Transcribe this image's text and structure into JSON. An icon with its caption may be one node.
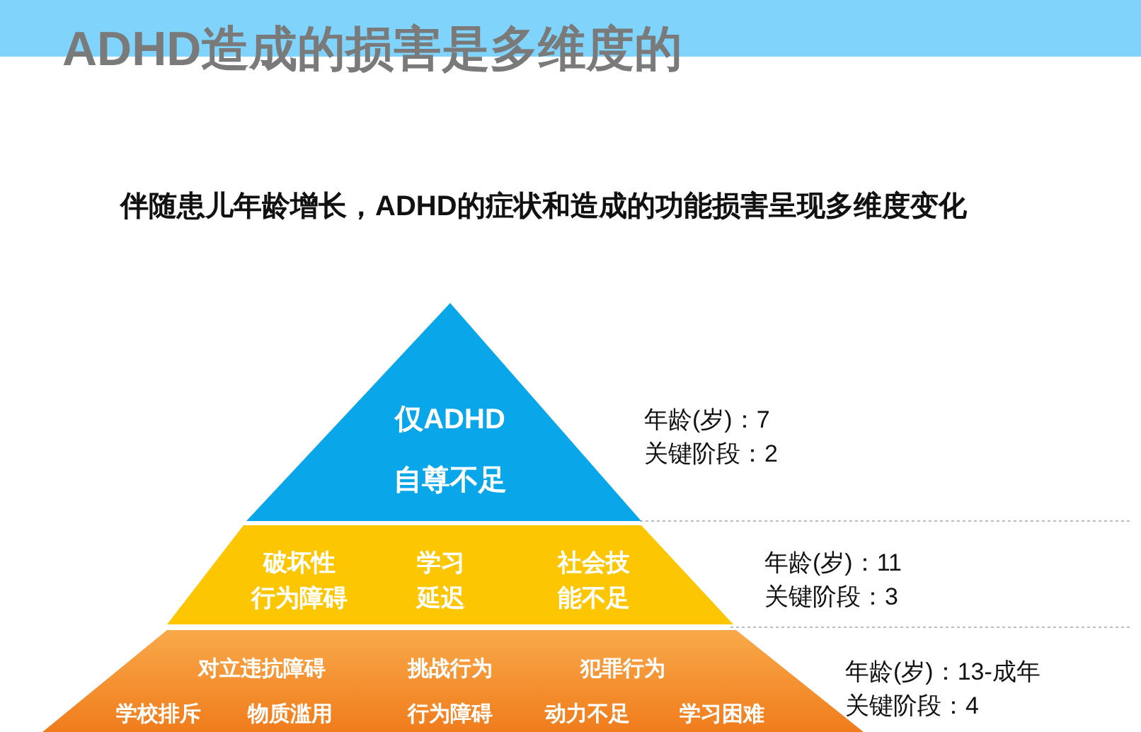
{
  "diagram": {
    "title": "ADHD造成的损害是多维度的",
    "nodes": [
      {
        "text": [],
        "shape": "bar"
      },
      {
        "text": [
          "仅ADHD",
          "自尊不足"
        ],
        "beside": [
          "年龄(岁)：7",
          "关键阶段：2"
        ]
      },
      {
        "text": [
          "破坏性行为障碍",
          "学习延迟",
          "社会技能不足"
        ],
        "beside": [
          "年龄(岁)：11",
          "关键阶段：3"
        ]
      },
      {
        "text": [
          "对立违抗障碍",
          "挑战行为",
          "犯罪行为",
          "学校排斥",
          "物质滥用",
          "行为障碍",
          "动力不足",
          "学习困难"
        ],
        "beside": [
          "年龄(岁)：13-成年",
          "关键阶段：4"
        ]
      }
    ],
    "edges": [],
    "labels": [
      "伴随患儿年龄增长，ADHD的症状和造成的功能损害呈现多维度变化"
    ]
  }
}
